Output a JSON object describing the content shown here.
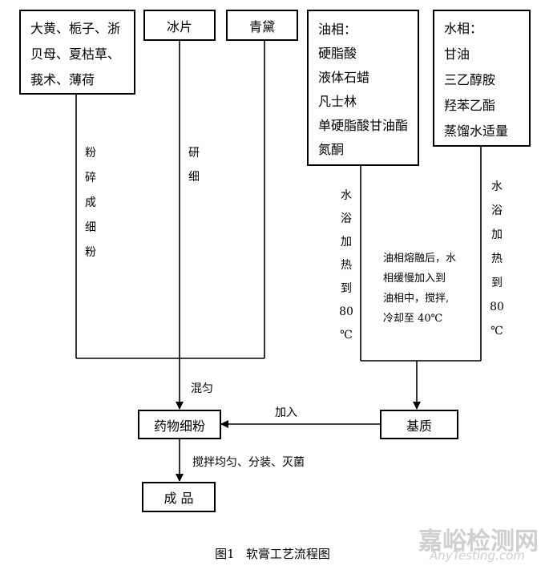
{
  "boxes": {
    "herbs": [
      "大黄、栀子、浙",
      "贝母、夏枯草、",
      "莪术、薄荷"
    ],
    "bingpian": "冰片",
    "qingdai": "青黛",
    "oil_phase": [
      "油相：",
      "硬脂酸",
      "液体石蜡",
      "凡士林",
      "单硬脂酸甘油酯",
      "氮酮"
    ],
    "water_phase": [
      "水相：",
      "甘油",
      "三乙醇胺",
      "羟苯乙酯",
      "蒸馏水适量"
    ],
    "drug_powder": "药物细粉",
    "matrix": "基质",
    "product": "成 品"
  },
  "labels": {
    "crush": [
      "粉",
      "碎",
      "成",
      "细",
      "粉"
    ],
    "grind": [
      "研",
      "细"
    ],
    "oil_bath": [
      "水",
      "浴",
      "加",
      "热",
      "到",
      "80",
      "℃"
    ],
    "water_bath": [
      "水",
      "浴",
      "加",
      "热",
      "到",
      "80",
      "℃"
    ],
    "emulsify": [
      "油相熔融后，水",
      "相缓慢加入到",
      "油相中，搅拌,",
      "冷却至 40℃"
    ],
    "mix": "混匀",
    "add": "加入",
    "finish": "搅拌均匀、分装、灭菌"
  },
  "caption": "图1   软膏工艺流程图",
  "watermark": {
    "cn": "嘉峪检测网",
    "en": "AnyTesting.com"
  }
}
